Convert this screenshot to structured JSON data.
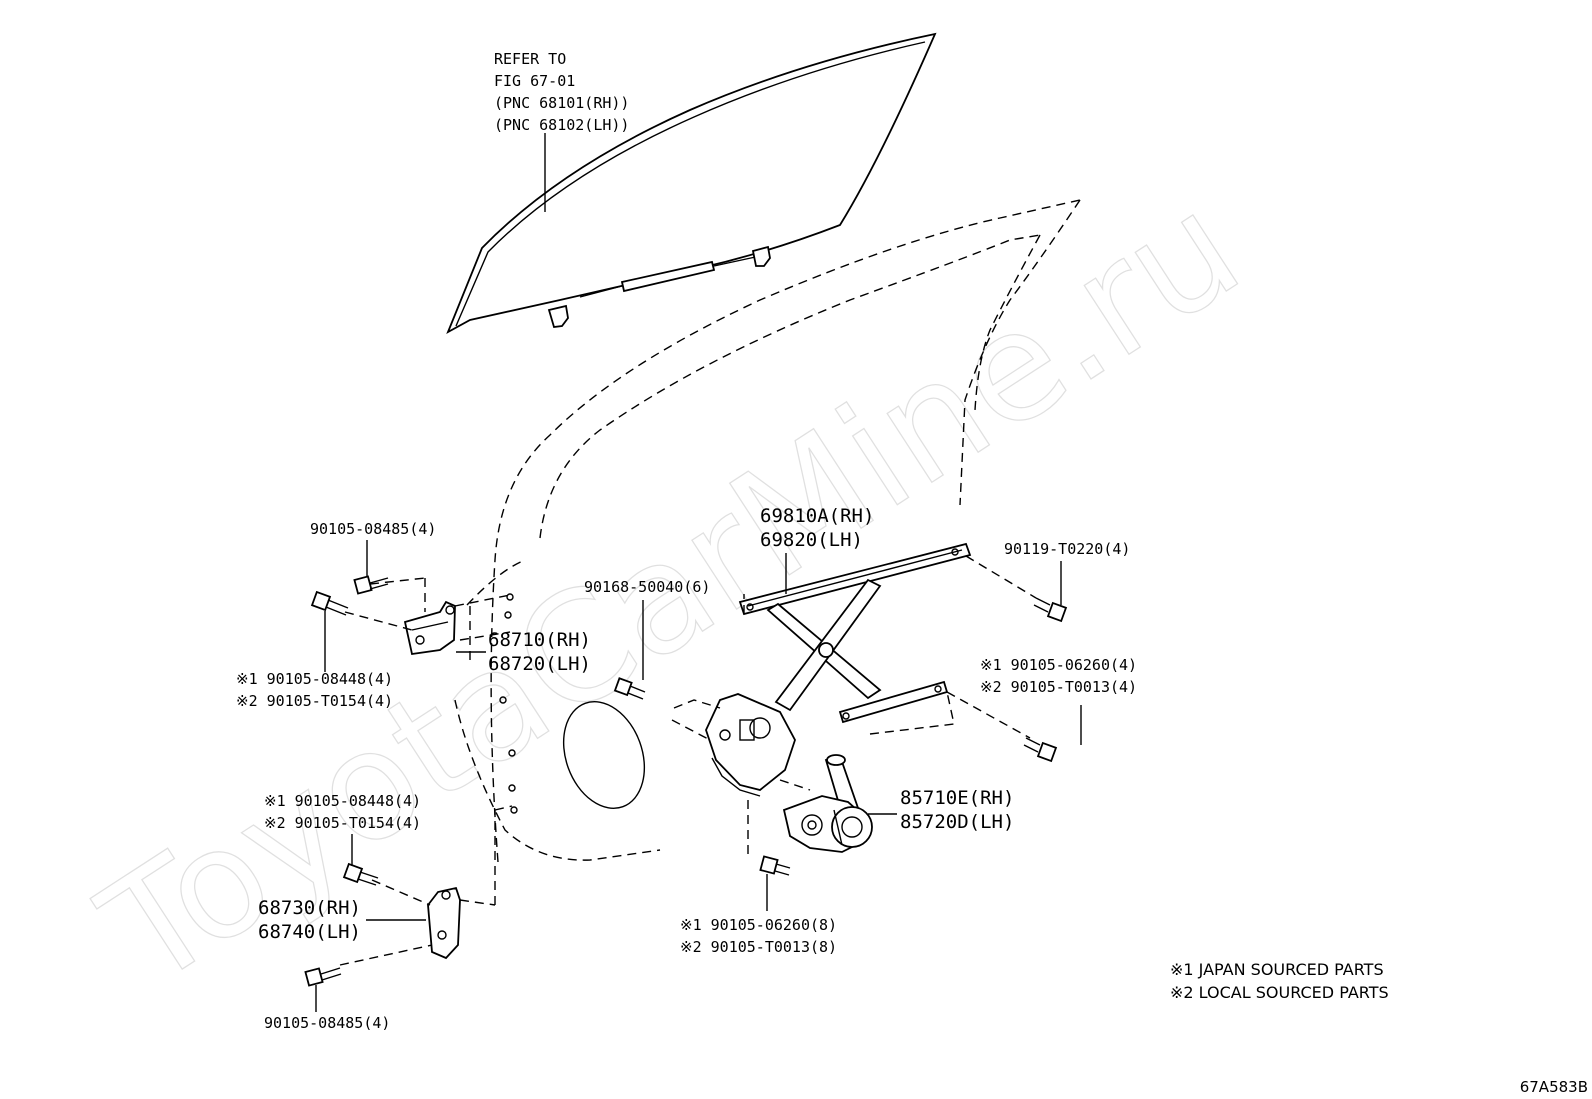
{
  "watermark": "ToyotaCarMine.ru",
  "callouts": {
    "glass_ref": [
      "REFER TO",
      "FIG 67-01",
      "(PNC 68101(RH))",
      "(PNC 68102(LH))"
    ],
    "bolt_upper_top": "90105-08485(4)",
    "hinge_upper": [
      "68710(RH)",
      "68720(LH)"
    ],
    "bolt_upper_left": [
      "※1 90105-08448(4)",
      "※2 90105-T0154(4)"
    ],
    "bolt_lower_top": [
      "※1 90105-08448(4)",
      "※2 90105-T0154(4)"
    ],
    "hinge_lower": [
      "68730(RH)",
      "68740(LH)"
    ],
    "bolt_lower_bottom": "90105-08485(4)",
    "regulator": [
      "69810A(RH)",
      "69820(LH)"
    ],
    "bolt_regulator_left": "90168-50040(6)",
    "bolt_regulator_right_top": "90119-T0220(4)",
    "bolt_regulator_right": [
      "※1 90105-06260(4)",
      "※2 90105-T0013(4)"
    ],
    "motor": [
      "85710E(RH)",
      "85720D(LH)"
    ],
    "bolt_motor": [
      "※1 90105-06260(8)",
      "※2 90105-T0013(8)"
    ]
  },
  "legend": [
    "※1 JAPAN SOURCED PARTS",
    "※2 LOCAL SOURCED PARTS"
  ],
  "figure_code": "67A583B"
}
